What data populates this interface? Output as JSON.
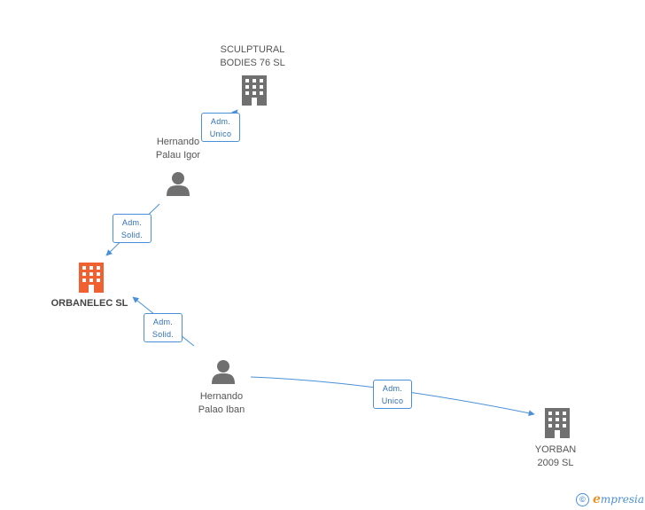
{
  "nodes": {
    "sculptural": {
      "type": "company",
      "lines": [
        "SCULPTURAL",
        "BODIES 76 SL"
      ],
      "color": "#707070"
    },
    "igor": {
      "type": "person",
      "lines": [
        "Hernando",
        "Palau Igor"
      ],
      "color": "#707070"
    },
    "orbanelec": {
      "type": "company",
      "lines": [
        "ORBANELEC SL"
      ],
      "color": "#f06030",
      "focus": true
    },
    "iban": {
      "type": "person",
      "lines": [
        "Hernando",
        "Palao Iban"
      ],
      "color": "#707070"
    },
    "yorban": {
      "type": "company",
      "lines": [
        "YORBAN",
        "2009 SL"
      ],
      "color": "#707070"
    }
  },
  "edges": [
    {
      "from": "igor",
      "to": "sculptural",
      "label": [
        "Adm.",
        "Unico"
      ]
    },
    {
      "from": "igor",
      "to": "orbanelec",
      "label": [
        "Adm.",
        "Solid."
      ]
    },
    {
      "from": "iban",
      "to": "orbanelec",
      "label": [
        "Adm.",
        "Solid."
      ]
    },
    {
      "from": "iban",
      "to": "yorban",
      "label": [
        "Adm.",
        "Unico"
      ]
    }
  ],
  "edge_color": "#4a90d9",
  "brand": {
    "copyright_symbol": "©",
    "name_first_letter": "e",
    "name_rest": "mpresia"
  }
}
